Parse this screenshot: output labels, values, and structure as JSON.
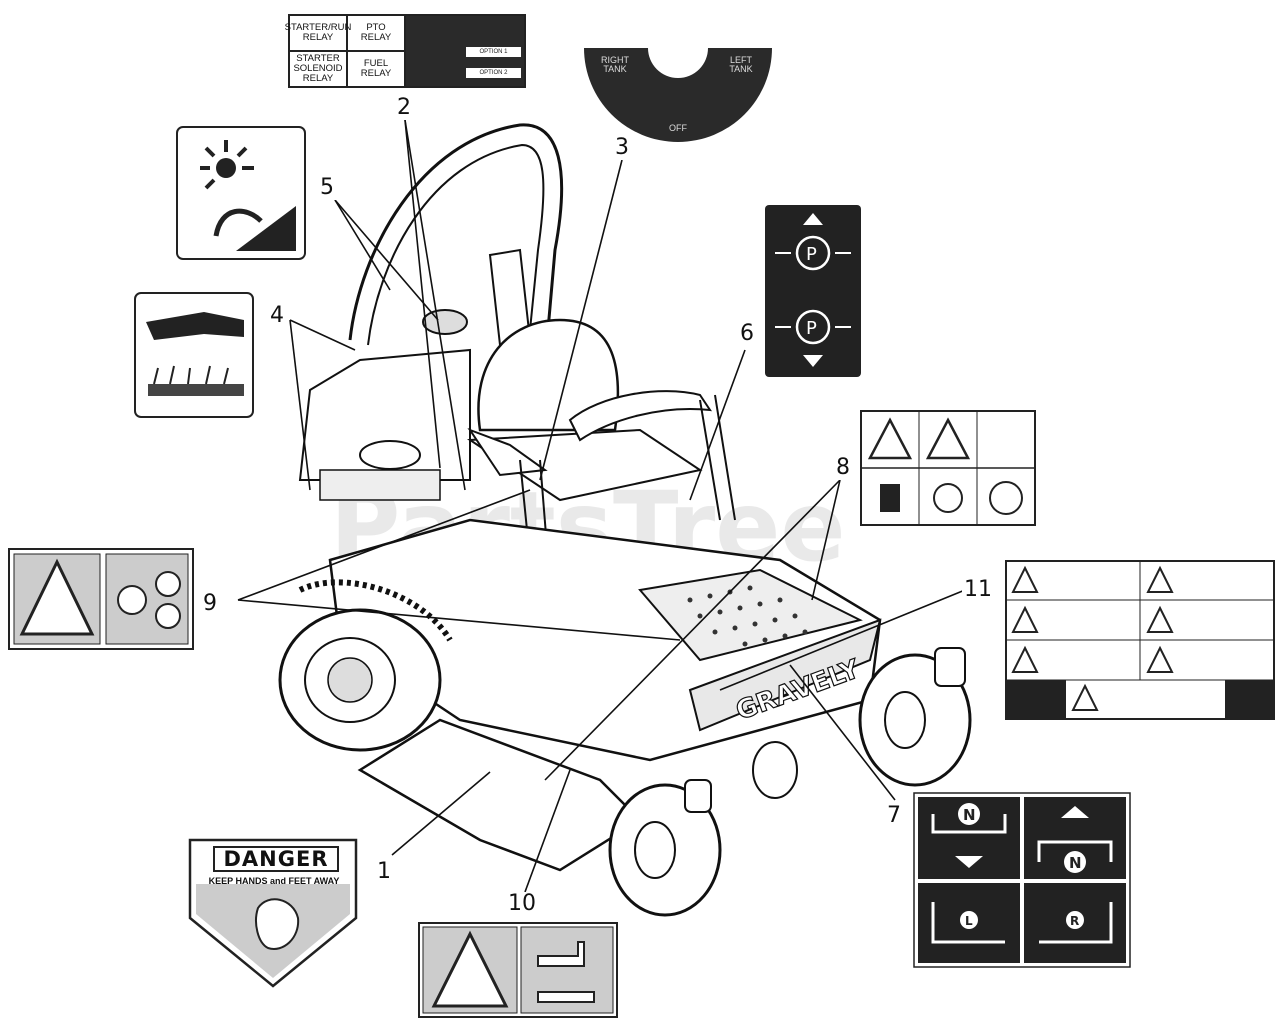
{
  "callouts": {
    "c1": "1",
    "c2": "2",
    "c3": "3",
    "c4": "4",
    "c5": "5",
    "c6": "6",
    "c7": "7",
    "c8": "8",
    "c9": "9",
    "c10": "10",
    "c11": "11"
  },
  "relay_decal": {
    "cells": [
      "STARTER/RUN\nRELAY",
      "PTO\nRELAY",
      "STARTER\nSOLENOID\nRELAY",
      "FUEL\nRELAY"
    ],
    "right_labels": [
      "OPTION 1",
      "OPTION 2"
    ]
  },
  "fuel_selector": {
    "right": "RIGHT\nTANK",
    "left": "LEFT\nTANK",
    "off": "OFF"
  },
  "danger_decal": {
    "title": "DANGER",
    "subtitle": "KEEP HANDS and FEET AWAY"
  },
  "machine": {
    "brand": "GRAVELY"
  },
  "watermark": "PartsTree",
  "icons": {
    "park_up": "park-brake-icon",
    "park_down": "park-brake-icon",
    "neutral_1": "N",
    "neutral_2": "N",
    "left": "L",
    "right": "R"
  },
  "colors": {
    "ink": "#111111",
    "decal_dark": "#2a2a2a",
    "panel_gray": "#cfcfcf"
  }
}
